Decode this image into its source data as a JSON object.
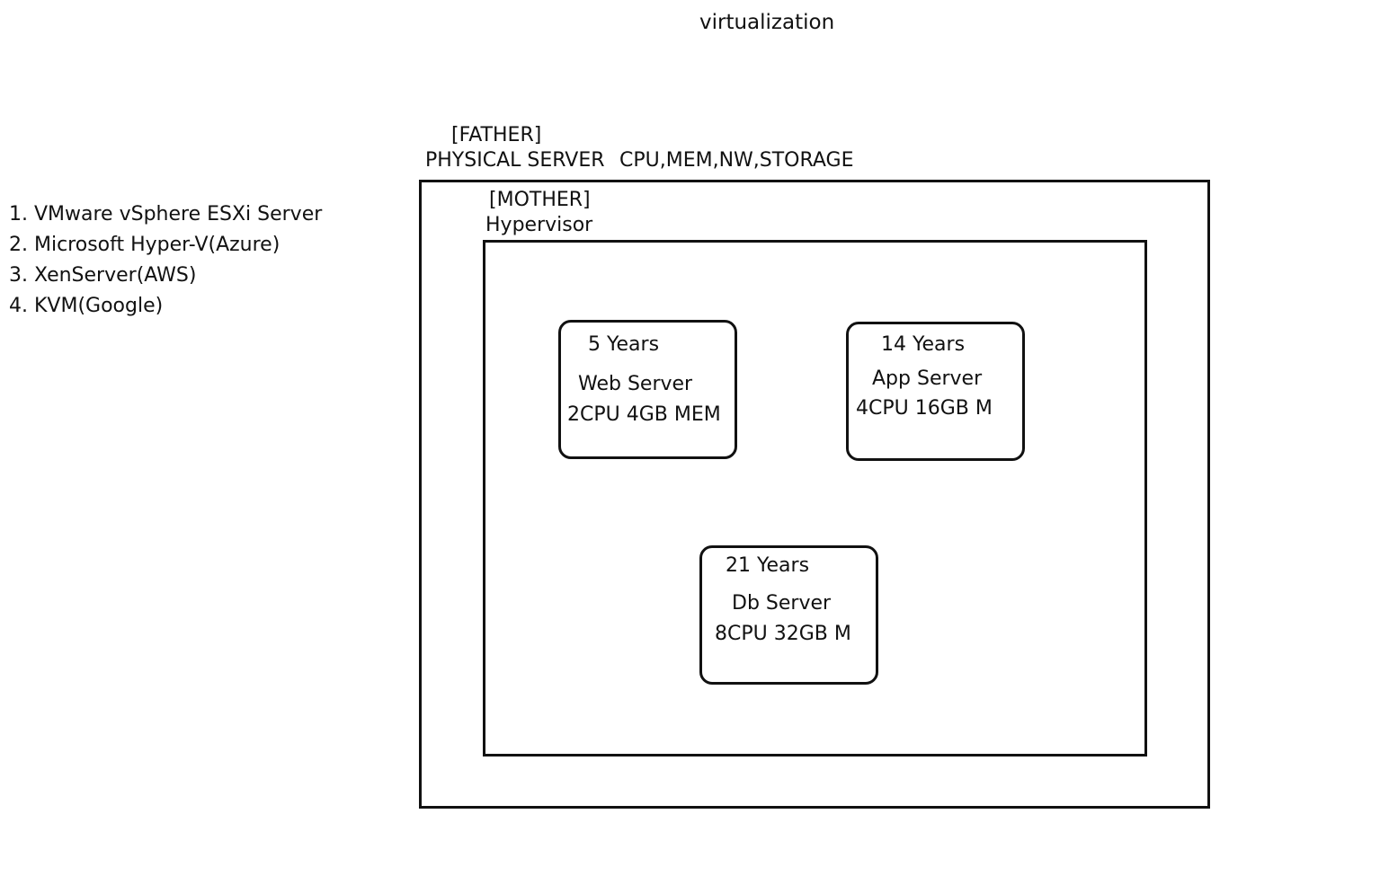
{
  "title": "virtualization",
  "hypervisors": [
    "1. VMware vSphere ESXi Server",
    "2. Microsoft Hyper-V(Azure)",
    "3. XenServer(AWS)",
    "4. KVM(Google)"
  ],
  "physical_server": {
    "tag": "[FATHER]",
    "name": "PHYSICAL SERVER",
    "resources": "CPU,MEM,NW,STORAGE"
  },
  "hypervisor": {
    "tag": "[MOTHER]",
    "name": "Hypervisor"
  },
  "vms": {
    "web": {
      "age": "5 Years",
      "name": "Web Server",
      "spec": "2CPU 4GB MEM"
    },
    "app": {
      "age": "14 Years",
      "name": "App Server",
      "spec": "4CPU 16GB M"
    },
    "db": {
      "age": "21 Years",
      "name": "Db Server",
      "spec": "8CPU 32GB M"
    }
  }
}
